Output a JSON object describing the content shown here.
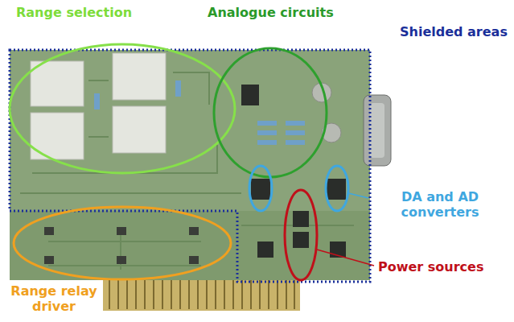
{
  "diagram": {
    "labels": [
      "Range selection",
      "Analogue circuits",
      "Shielded areas",
      "DA and AD converters",
      "Power sources",
      "Range relay driver"
    ]
  }
}
